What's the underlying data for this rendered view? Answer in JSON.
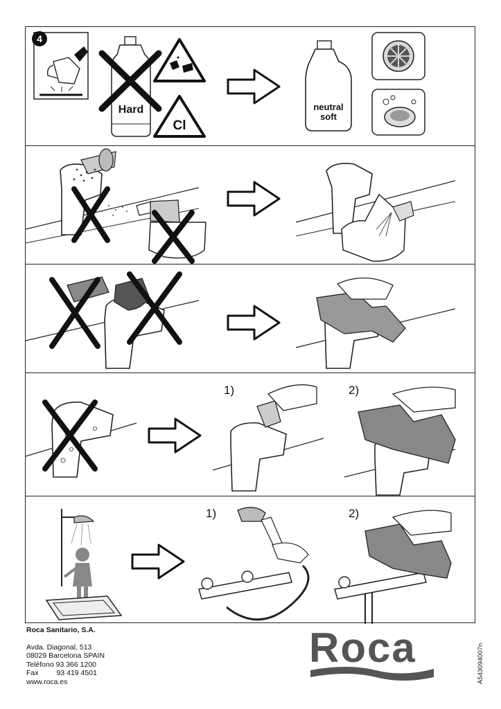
{
  "step_badge": "4",
  "row1": {
    "hard_label": "Hard",
    "chlorine_label": "Cl",
    "neutral_label_line1": "neutral",
    "neutral_label_line2": "soft"
  },
  "row4": {
    "step1": "1)",
    "step2": "2)"
  },
  "row5": {
    "step1": "1)",
    "step2": "2)"
  },
  "footer": {
    "company": "Roca Sanitario, S.A.",
    "address1": "Avda. Diagonal, 513",
    "address2": "08029 Barcelona SPAIN",
    "phone": "Teléfono 93 366 1200",
    "fax_label": "Fax",
    "fax_number": "93 419 4501",
    "web": "www.roca.es"
  },
  "logo_text": "Roca",
  "doc_code": "A543094007n",
  "colors": {
    "line": "#222222",
    "gray_fill": "#888888",
    "light_gray": "#d8d8d8",
    "white": "#ffffff"
  }
}
